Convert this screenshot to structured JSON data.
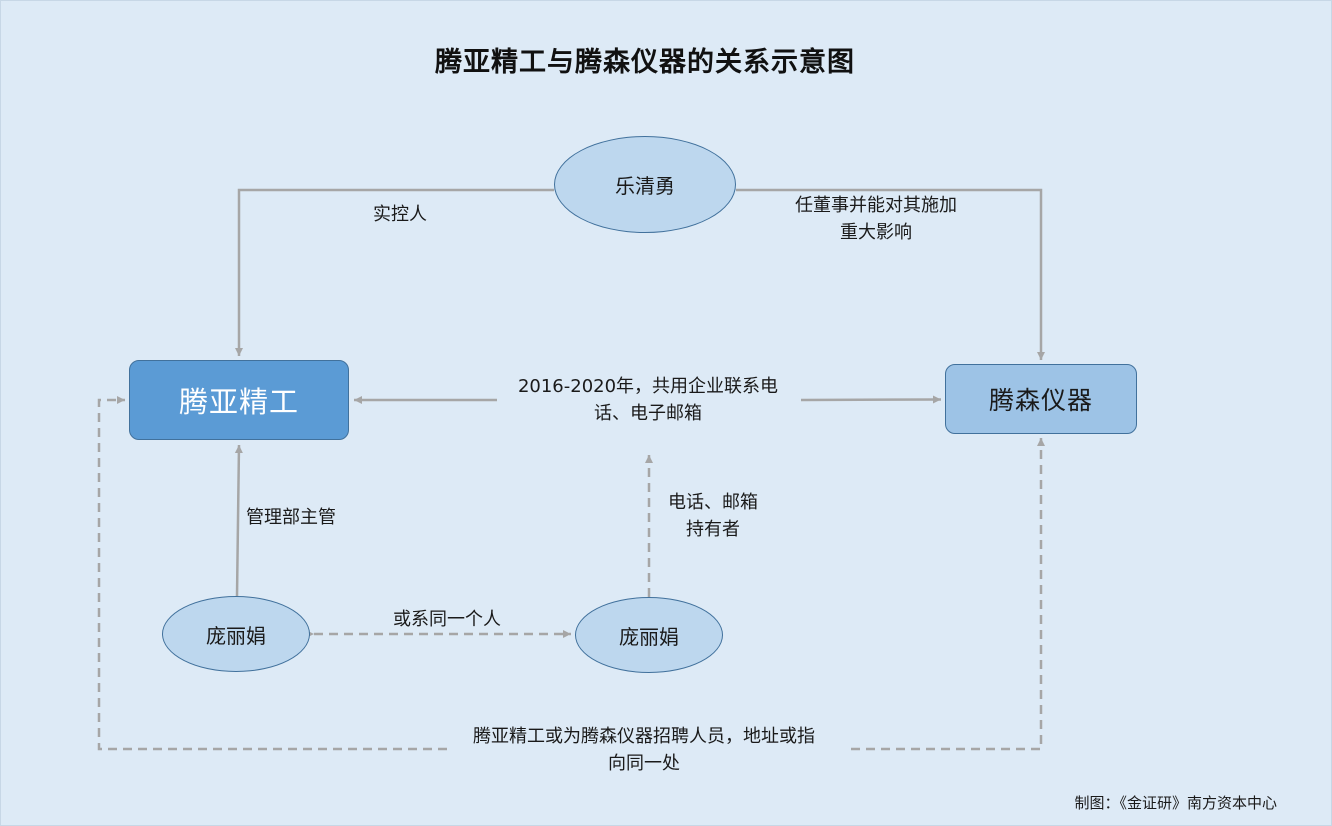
{
  "title": "腾亚精工与腾森仪器的关系示意图",
  "nodes": {
    "company_a": "腾亚精工",
    "company_b": "腾森仪器",
    "person_top": "乐清勇",
    "person_left": "庞丽娟",
    "person_right": "庞丽娟"
  },
  "edges": {
    "controller": "实控人",
    "director_line1": "任董事并能对其施加",
    "director_line2": "重大影响",
    "shared_line1": "2016-2020年，共用企业联系电",
    "shared_line2": "话、电子邮箱",
    "manager": "管理部主管",
    "holder_line1": "电话、邮箱",
    "holder_line2": "持有者",
    "same_person": "或系同一个人",
    "recruit_line1": "腾亚精工或为腾森仪器招聘人员，地址或指",
    "recruit_line2": "向同一处"
  },
  "credit": "制图：《金证研》南方资本中心",
  "colors": {
    "background": "#ddeaf6",
    "company_a_fill": "#5b9bd5",
    "company_b_fill": "#9dc3e6",
    "ellipse_fill": "#bdd7ee",
    "border": "#41719c",
    "line": "#a6a6a6"
  }
}
